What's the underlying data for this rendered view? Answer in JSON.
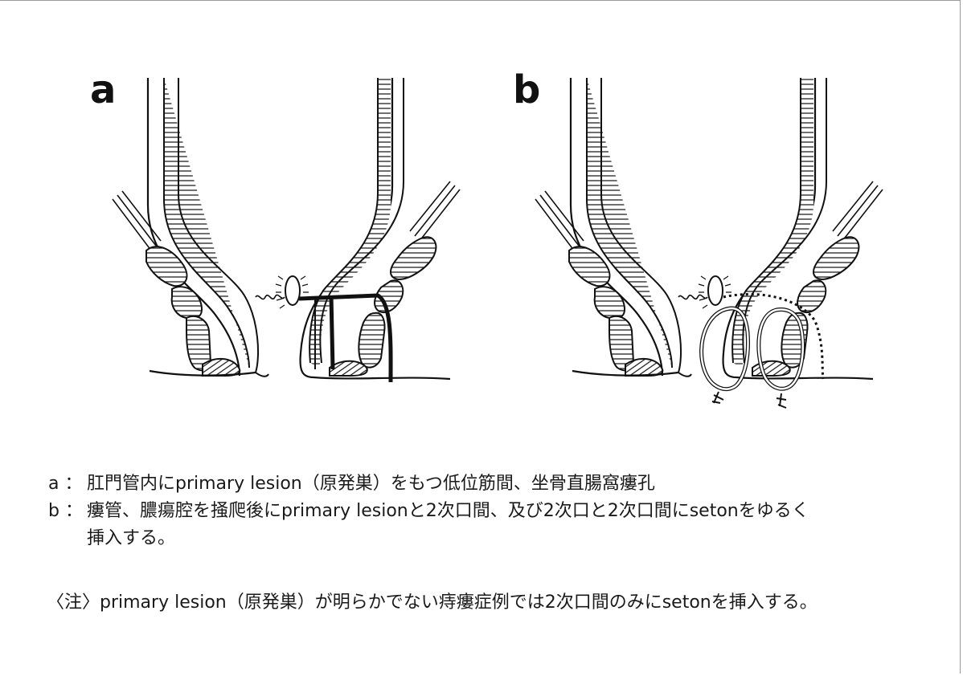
{
  "panels": {
    "a": {
      "label": "a"
    },
    "b": {
      "label": "b"
    }
  },
  "captions": {
    "a": {
      "key": "a",
      "sep": "：",
      "text": "肛門管内にprimary lesion（原発巣）をもつ低位筋間、坐骨直腸窩瘻孔"
    },
    "b": {
      "key": "b",
      "sep": "：",
      "text": "瘻管、膿瘍腔を掻爬後にprimary lesionと2次口間、及び2次口と2次口間にsetonをゆるく",
      "text_cont": "挿入する。"
    }
  },
  "note": "〈注〉primary lesion（原発巣）が明らかでない痔瘻症例では2次口間のみにsetonを挿入する。",
  "colors": {
    "line": "#111111",
    "background": "#ffffff"
  }
}
